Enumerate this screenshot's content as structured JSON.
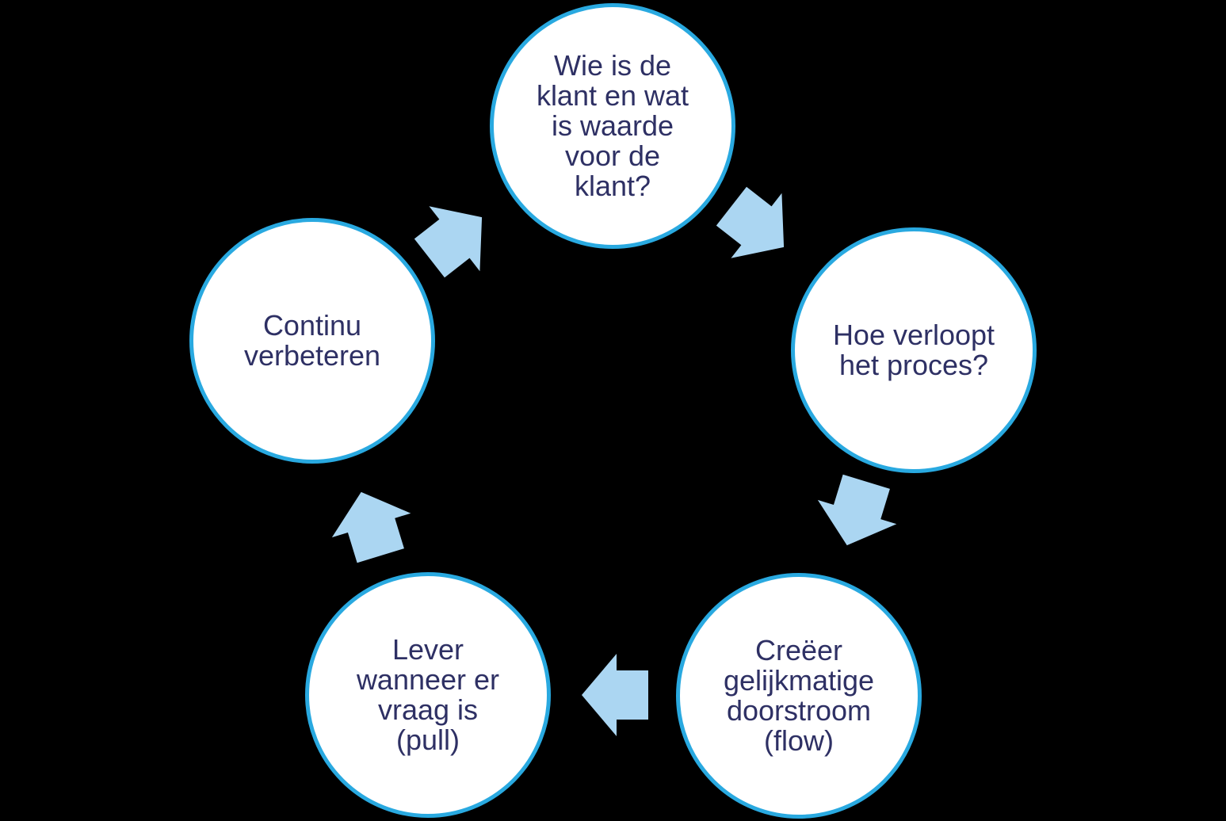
{
  "colors": {
    "background": "#000000",
    "circle_fill": "#FFFFFF",
    "circle_border": "#29A9E0",
    "text_color": "#2E3064",
    "arrow_fill": "#ABD6F2"
  },
  "diagram": {
    "type": "cycle",
    "steps": [
      {
        "id": "klant",
        "label": "Wie is de\nklant en wat\nis waarde\nvoor de\nklant?"
      },
      {
        "id": "proces",
        "label": "Hoe verloopt\nhet proces?"
      },
      {
        "id": "flow",
        "label": "Creëer\ngelijkmatige\ndoorstroom\n(flow)"
      },
      {
        "id": "pull",
        "label": "Lever\nwanneer er\nvraag is\n(pull)"
      },
      {
        "id": "continu",
        "label": "Continu\nverbeteren"
      }
    ],
    "arrows": [
      {
        "from": "continu",
        "to": "klant"
      },
      {
        "from": "klant",
        "to": "proces"
      },
      {
        "from": "proces",
        "to": "flow"
      },
      {
        "from": "flow",
        "to": "pull"
      },
      {
        "from": "pull",
        "to": "continu"
      }
    ]
  }
}
